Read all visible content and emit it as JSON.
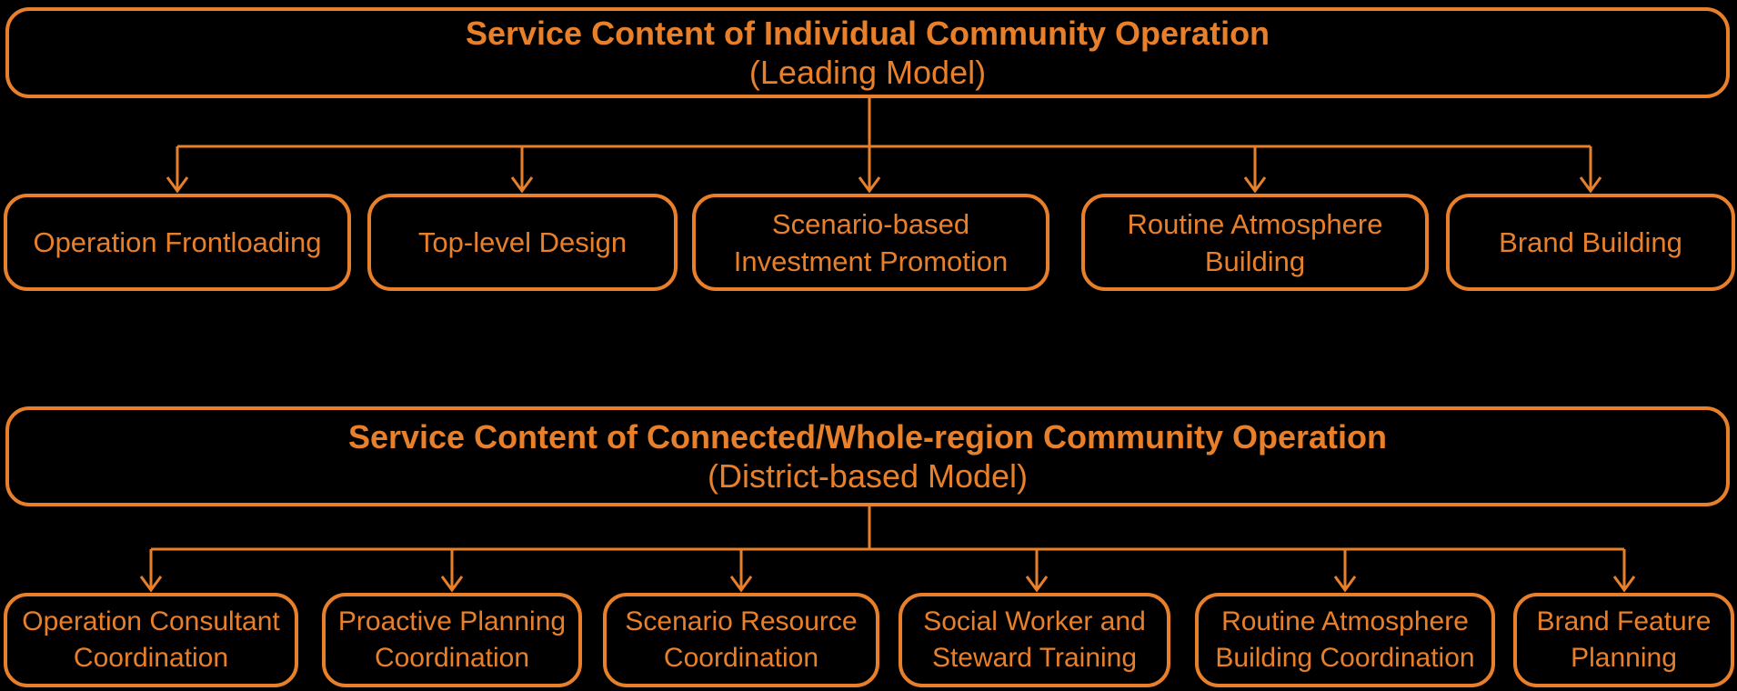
{
  "canvas": {
    "background_color": "#000000",
    "accent_color": "#E8802B"
  },
  "sections": [
    {
      "title": "Service Content of Individual Community Operation",
      "subtitle": "(Leading Model)",
      "children": [
        {
          "label": "Operation Frontloading"
        },
        {
          "label": "Top-level Design"
        },
        {
          "label": "Scenario-based\nInvestment Promotion"
        },
        {
          "label": "Routine Atmosphere\nBuilding"
        },
        {
          "label": "Brand Building"
        }
      ]
    },
    {
      "title": "Service Content of Connected/Whole-region Community Operation",
      "subtitle": "(District-based Model)",
      "children": [
        {
          "label": "Operation Consultant\nCoordination"
        },
        {
          "label": "Proactive Planning\nCoordination"
        },
        {
          "label": "Scenario Resource\nCoordination"
        },
        {
          "label": "Social Worker and\nSteward Training"
        },
        {
          "label": "Routine Atmosphere\nBuilding Coordination"
        },
        {
          "label": "Brand Feature\nPlanning"
        }
      ]
    }
  ]
}
